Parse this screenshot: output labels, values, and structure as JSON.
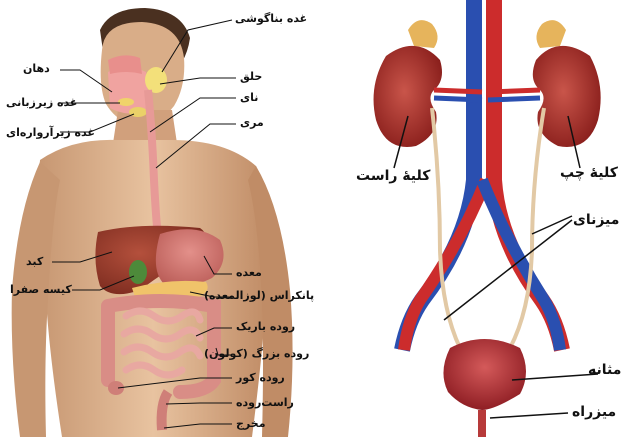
{
  "digestive": {
    "labels": {
      "parotid": "غده بناگوشی",
      "mouth": "دهان",
      "sublingual": "غده زیرزبانی",
      "submandibular": "غده زیرآرواره‌ای",
      "throat": "حلق",
      "pharynx": "نای",
      "esophagus": "مری",
      "liver": "کبد",
      "gallbladder": "کیسه صفرا",
      "stomach": "معده",
      "pancreas": "پانکراس (لوزالمعده)",
      "small_intestine": "روده باریک",
      "large_intestine": "روده بزرگ (کولون)",
      "cecum": "روده کور",
      "rectum": "راست‌روده",
      "anus": "مخرج"
    }
  },
  "urinary": {
    "labels": {
      "right_kidney": "کلیهٔ راست",
      "left_kidney": "کلیهٔ چپ",
      "ureter": "میزنای",
      "bladder": "مثانه",
      "urethra": "میزراه"
    }
  }
}
